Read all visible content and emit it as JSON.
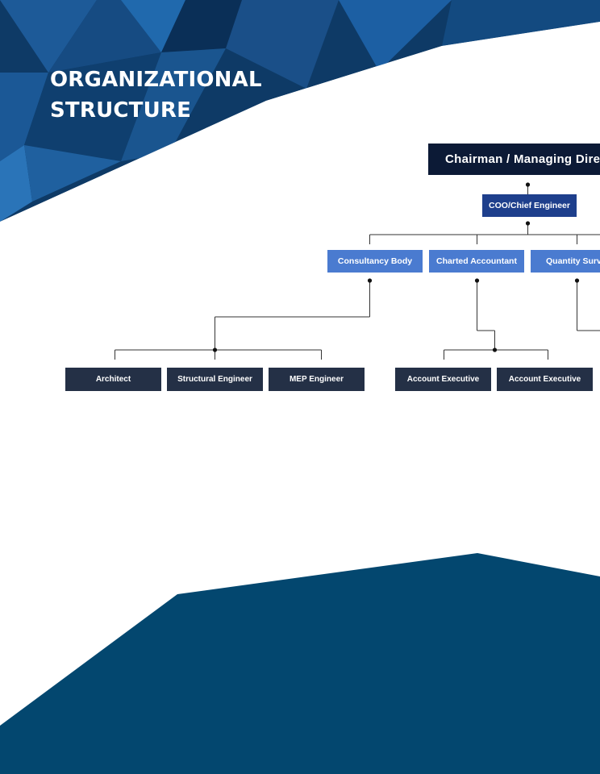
{
  "page": {
    "title_line1": "ORGANIZATIONAL",
    "title_line2": "STRUCTURE"
  },
  "org_chart": {
    "root": "Chairman / Managing Director",
    "coo": "COO/Chief Engineer",
    "departments": [
      "Consultancy Body",
      "Charted Accountant",
      "Quantity Surveyor"
    ],
    "consultancy_staff": [
      "Architect",
      "Structural Engineer",
      "MEP Engineer"
    ],
    "accounts_staff": [
      "Account Executive",
      "Account Executive"
    ]
  },
  "colors": {
    "banner_dark": "#0e3a66",
    "footer": "#03476f",
    "root_box": "#0c1a36",
    "coo_box": "#1e3f8c",
    "department_box": "#4a7bd0",
    "staff_box": "#243046",
    "connector": "#333333"
  }
}
